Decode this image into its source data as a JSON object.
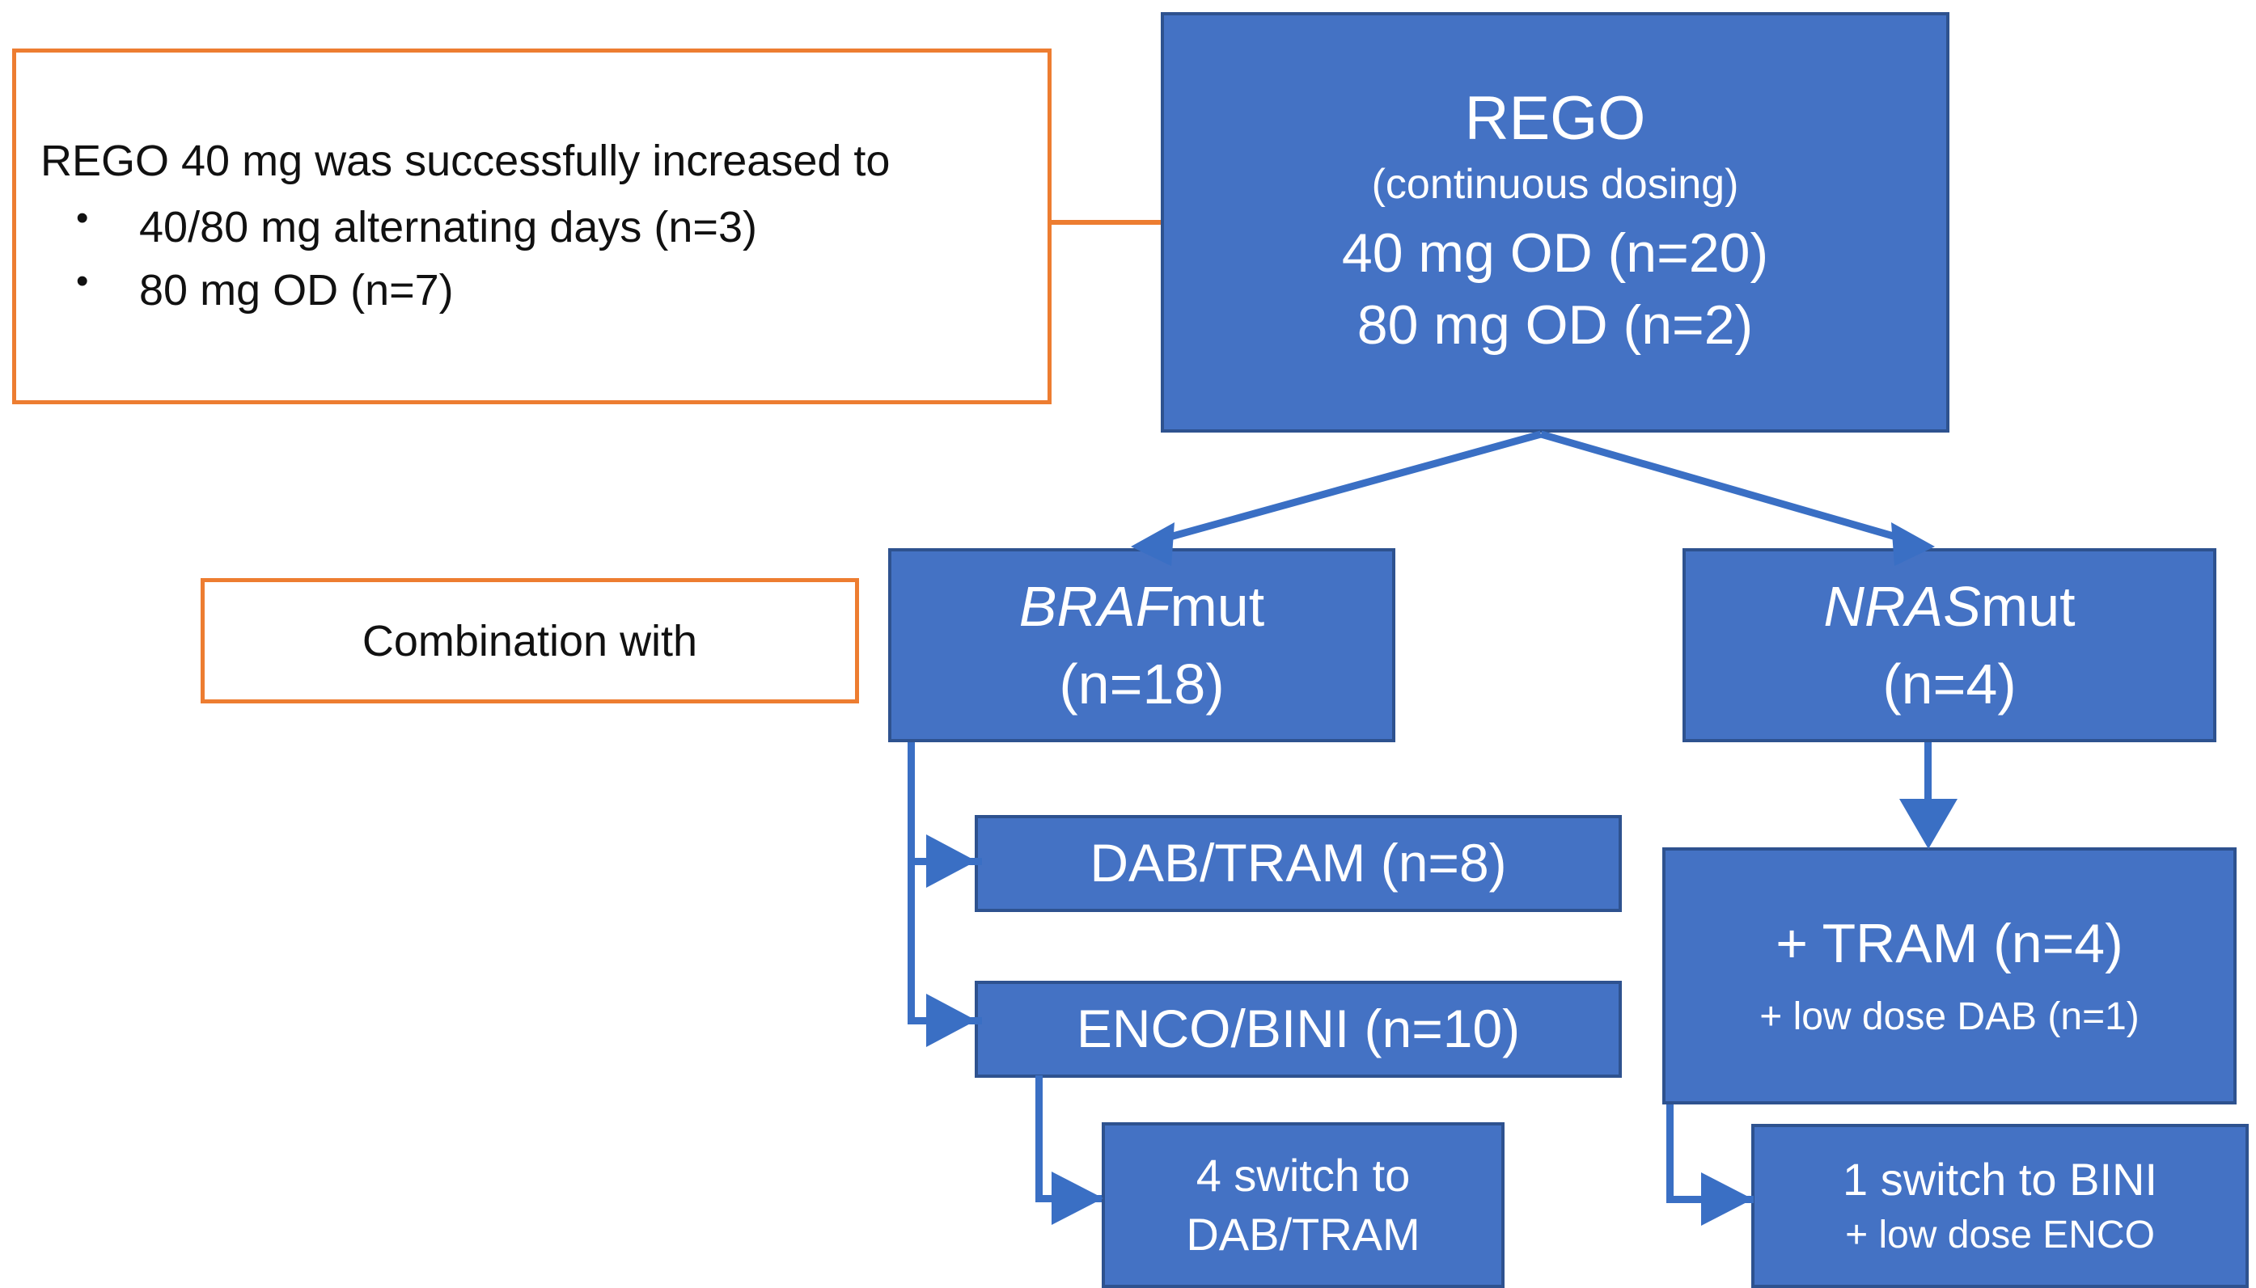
{
  "theme": {
    "blue_fill": "#4472C4",
    "blue_border": "#2E528F",
    "orange_border": "#ED7D31",
    "connector_blue": "#3A6FC4",
    "text_on_blue": "#FFFFFF",
    "text_on_white": "#111111",
    "background": "#FFFFFF"
  },
  "callout_dose": {
    "heading": "REGO 40 mg was successfully increased to",
    "bullets": [
      "40/80 mg alternating days (n=3)",
      "80 mg OD (n=7)"
    ]
  },
  "rego_box": {
    "line1": "REGO",
    "line2": "(continuous dosing)",
    "line3": "40 mg OD (n=20)",
    "line4": "80 mg OD (n=2)"
  },
  "callout_combo": {
    "text": "Combination with"
  },
  "braf_box": {
    "gene": "BRAF",
    "suffix": "mut",
    "count": "(n=18)"
  },
  "nras_box": {
    "gene": "NRAS",
    "suffix": "mut",
    "count": "(n=4)"
  },
  "dabtram_box": {
    "text": "DAB/TRAM (n=8)"
  },
  "encobini_box": {
    "text": "ENCO/BINI (n=10)"
  },
  "tram_box": {
    "line1": "+ TRAM (n=4)",
    "line2": "+ low dose DAB (n=1)"
  },
  "switch4_box": {
    "line1": "4 switch to",
    "line2": "DAB/TRAM"
  },
  "switch1_box": {
    "line1": "1 switch to BINI",
    "line2": "+ low dose ENCO"
  },
  "chart_data": {
    "type": "table",
    "title": "REGO continuous dosing treatment flow",
    "nodes": [
      {
        "id": "rego",
        "label": "REGO (continuous dosing) 40 mg OD (n=20); 80 mg OD (n=2)",
        "n_40mg": 20,
        "n_80mg": 2
      },
      {
        "id": "braf",
        "label": "BRAFmut",
        "n": 18
      },
      {
        "id": "nras",
        "label": "NRASmut",
        "n": 4
      },
      {
        "id": "dabtram",
        "label": "DAB/TRAM",
        "n": 8
      },
      {
        "id": "encobini",
        "label": "ENCO/BINI",
        "n": 10
      },
      {
        "id": "tram",
        "label": "+ TRAM / + low dose DAB",
        "n": 4,
        "n_low_dose_dab": 1
      },
      {
        "id": "switch4",
        "label": "4 switch to DAB/TRAM",
        "n": 4
      },
      {
        "id": "switch1",
        "label": "1 switch to BINI + low dose ENCO",
        "n": 1
      },
      {
        "id": "escalation_alt",
        "label": "40/80 mg alternating days",
        "n": 3
      },
      {
        "id": "escalation_80",
        "label": "80 mg OD",
        "n": 7
      }
    ],
    "edges": [
      {
        "from": "rego",
        "to": "braf"
      },
      {
        "from": "rego",
        "to": "nras"
      },
      {
        "from": "braf",
        "to": "dabtram"
      },
      {
        "from": "braf",
        "to": "encobini"
      },
      {
        "from": "encobini",
        "to": "switch4"
      },
      {
        "from": "nras",
        "to": "tram"
      },
      {
        "from": "tram",
        "to": "switch1"
      }
    ]
  }
}
